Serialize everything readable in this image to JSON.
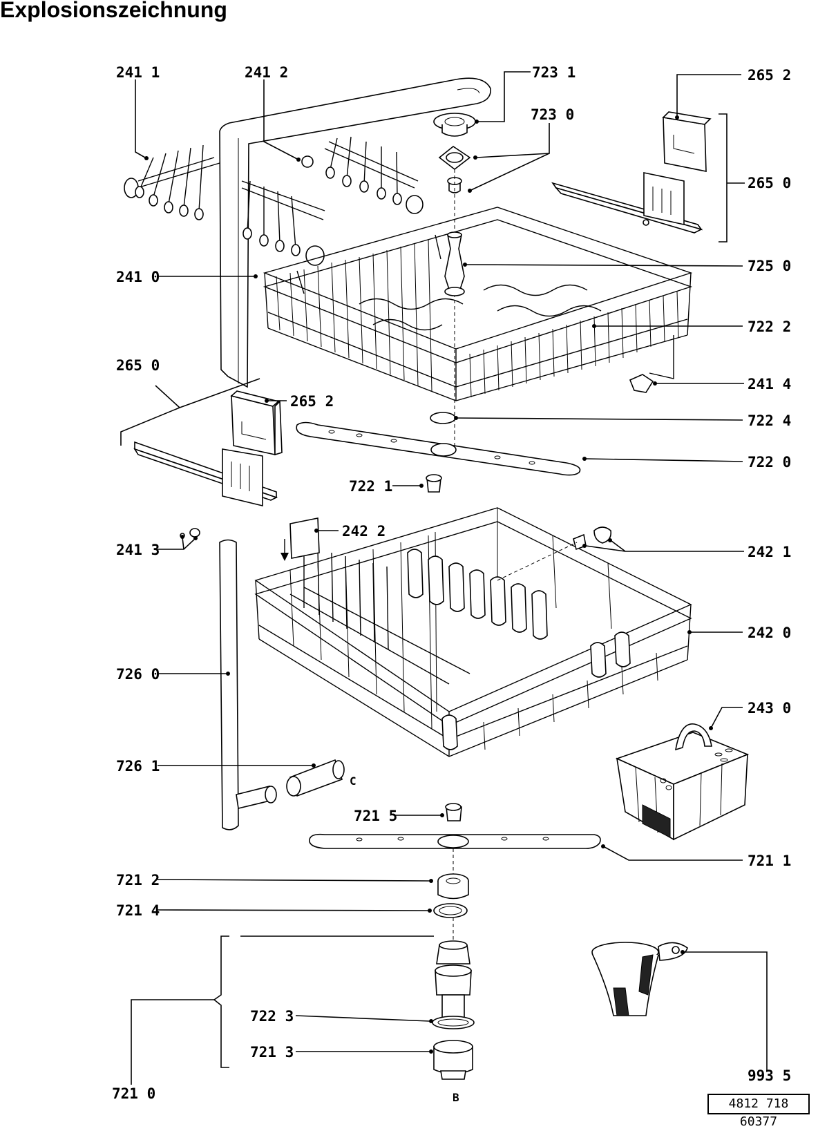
{
  "title": "Explosionszeichnung",
  "document_number": "4812 718 60377",
  "labels": {
    "l2411": "241 1",
    "l2412": "241 2",
    "l7231": "723 1",
    "l7230": "723 0",
    "l2652a": "265 2",
    "l2650a": "265 0",
    "l2410": "241 0",
    "l7250": "725 0",
    "l7222": "722 2",
    "l2650b": "265 0",
    "l2652b": "265 2",
    "l2414": "241 4",
    "l7224": "722 4",
    "l7220": "722 0",
    "l7221": "722 1",
    "l2413": "241 3",
    "l2422": "242 2",
    "l2421": "242 1",
    "l2420": "242 0",
    "l7260": "726 0",
    "l2430": "243 0",
    "l7261": "726 1",
    "l7215": "721 5",
    "l7211": "721 1",
    "l7212": "721 2",
    "l7214": "721 4",
    "l7223": "722 3",
    "l7213": "721 3",
    "l7210": "721 0",
    "l9935": "993 5",
    "mark_c": "C",
    "mark_b": "B"
  }
}
